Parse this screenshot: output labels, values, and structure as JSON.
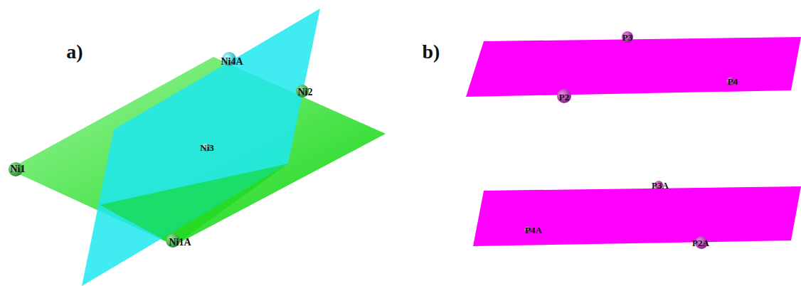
{
  "diagram": {
    "labels": [
      "a)",
      "Ni4A",
      "Ni2",
      "Ni3",
      "Ni1",
      "Ni1A",
      "b)",
      "P3",
      "P4",
      "P2",
      "P3A",
      "P4A",
      "P2A"
    ]
  }
}
